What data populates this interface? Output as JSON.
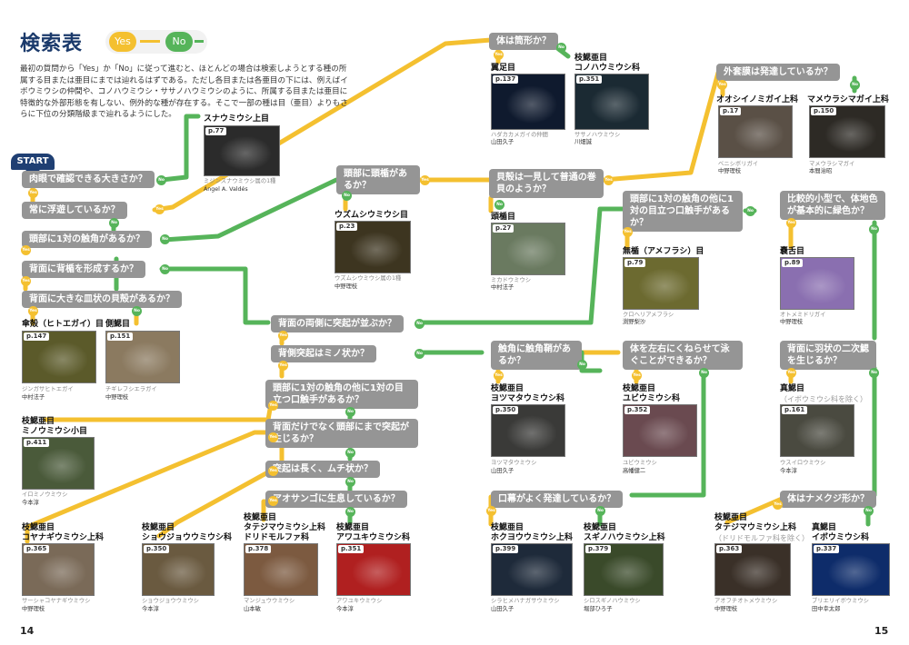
{
  "page": {
    "title": "検索表",
    "legend_yes": "Yes",
    "legend_no": "No",
    "intro": "最初の質問から「Yes」か「No」に従って進むと、ほとんどの場合は検索しようとする種の所属する目または亜目にまでは辿れるはずである。ただし各目または各亜目の下には、例えばイボウミウシの仲間や、コノハウミウシ・ササノハウミウシのように、所属する目または亜目に特徴的な外部形態を有しない、例外的な種が存在する。そこで一部の種は目（亜目）よりもさらに下位の分類階級まで辿れるようにした。",
    "start": "START",
    "page_left": "14",
    "page_right": "15"
  },
  "questions": {
    "q1": "肉眼で確認できる大きさか？",
    "q2": "常に浮遊しているか？",
    "q3": "頭部に1対の触角があるか？",
    "q4": "背面に背楯を形成するか？",
    "q5": "背面に大きな皿状の貝殻があるか？",
    "q6": "背面の両側に突起が並ぶか？",
    "q7": "背側突起はミノ状か？",
    "q8": "頭部に1対の触角の他に1対の目立つ口触手があるか？",
    "q9": "背面だけでなく頭部にまで突起が生じるか？",
    "q10": "突起は長く、ムチ状か？",
    "q11": "アオサンゴに生息しているか？",
    "q12": "頭部に頭楯があるか？",
    "q13": "体は筒形か？",
    "q14": "貝殻は一見して普通の巻貝のようか？",
    "q15": "頭部に1対の触角の他に1対の目立つ口触手があるか？",
    "q16": "外套膜は発達しているか？",
    "q17": "比較的小型で、体地色が基本的に緑色か？",
    "q18": "背面に羽状の二次鰓を生じるか？",
    "q19": "体はナメクジ形か？",
    "q20": "触角に触角鞘があるか？",
    "q21": "体を左右にくねらせて泳ぐことができるか？",
    "q22": "口幕がよく発達しているか？"
  },
  "taxa": {
    "t1": {
      "title": "スナウミウシ上目",
      "page": "p.77",
      "caption": "ミジンスナウミウシ属の1種",
      "credit": "Ángel A. Valdés",
      "color": "#2b2b2b"
    },
    "t2": {
      "title": "ウズムシウミウシ目",
      "page": "p.23",
      "caption": "ウズムシウミウシ属の1種",
      "credit": "中野理枝",
      "color": "#3d3520"
    },
    "t3": {
      "title": "翼足目",
      "page": "p.137",
      "caption": "ハダカカメガイの仲間",
      "credit": "山田久子",
      "color": "#0f1a2e"
    },
    "t4": {
      "title_a": "枝鰓亜目",
      "title_b": "コノハウミウシ科",
      "page": "p.351",
      "caption": "ササノハウミウシ",
      "credit": "川畑誠",
      "color": "#1b2a33"
    },
    "t5": {
      "title": "頭楯目",
      "page": "p.27",
      "caption": "ミカドウミウシ",
      "credit": "中村法子",
      "color": "#6a7a60"
    },
    "t6": {
      "title": "オオシイノミガイ上科",
      "page": "p.17",
      "caption": "ベニシボリガイ",
      "credit": "中野理枝",
      "color": "#5a5046"
    },
    "t7": {
      "title": "マメウラシマガイ上科",
      "page": "p.150",
      "caption": "マメウラシマガイ",
      "credit": "本間治昭",
      "color": "#2d2a25"
    },
    "t8": {
      "title": "無楯（アメフラシ）目",
      "page": "p.79",
      "caption": "クロヘリアメフラシ",
      "credit": "渕野梨沙",
      "color": "#6c6a30"
    },
    "t9": {
      "title": "嚢舌目",
      "page": "p.89",
      "caption": "オトメミドリガイ",
      "credit": "中野理枝",
      "color": "#8a6fb0"
    },
    "t10": {
      "title": "傘殻（ヒトエガイ）目",
      "page": "p.147",
      "caption": "ジンガサヒトエガイ",
      "credit": "中村法子",
      "color": "#5b5a2a"
    },
    "t11": {
      "title": "側鰓目",
      "page": "p.151",
      "caption": "チギレフシエラガイ",
      "credit": "中野理枝",
      "color": "#8b7a60"
    },
    "t12": {
      "title_a": "枝鰓亜目",
      "title_b": "ミノウミウシ小目",
      "page": "p.411",
      "caption": "イロミノウミウシ",
      "credit": "今本淳",
      "color": "#4a5a3a"
    },
    "t13": {
      "title_a": "枝鰓亜目",
      "title_b": "コヤナギウミウシ上科",
      "page": "p.365",
      "caption": "サーシャコヤナギウミウシ",
      "credit": "中野理枝",
      "color": "#7a6a58"
    },
    "t14": {
      "title_a": "枝鰓亜目",
      "title_b": "ショウジョウウミウシ科",
      "page": "p.350",
      "caption": "ショウジョウウミウシ",
      "credit": "今本淳",
      "color": "#6a5a40"
    },
    "t15": {
      "title_a": "枝鰓亜目",
      "title_b": "タテジマウミウシ上科",
      "title_c": "ドリドモルファ科",
      "page": "p.378",
      "caption": "マンジュウウミウシ",
      "credit": "山本敏",
      "color": "#7c5a40"
    },
    "t16": {
      "title_a": "枝鰓亜目",
      "title_b": "アワユキウミウシ科",
      "page": "p.351",
      "caption": "アワユキウミウシ",
      "credit": "今本淳",
      "color": "#b02020"
    },
    "t17": {
      "title_a": "枝鰓亜目",
      "title_b": "ヨツマタウミウシ科",
      "page": "p.350",
      "caption": "ヨツマタウミウシ",
      "credit": "山田久子",
      "color": "#3a3a38"
    },
    "t18": {
      "title_a": "枝鰓亜目",
      "title_b": "ユビウミウシ科",
      "page": "p.352",
      "caption": "ユビウミウシ",
      "credit": "高幡健二",
      "color": "#6a4a50"
    },
    "t19": {
      "title_a": "真鰓目",
      "title_b": "（イボウミウシ科を除く）",
      "page": "p.161",
      "caption": "ウスイロウミウシ",
      "credit": "今本淳",
      "color": "#4a4a40"
    },
    "t20": {
      "title_a": "枝鰓亜目",
      "title_b": "ホクヨウウミウシ上科",
      "page": "p.399",
      "caption": "シラヒメハナガサウミウシ",
      "credit": "山田久子",
      "color": "#1e2a3a"
    },
    "t21": {
      "title_a": "枝鰓亜目",
      "title_b": "スギノハウミウシ上科",
      "page": "p.379",
      "caption": "シロスギノハウミウシ",
      "credit": "堀部ひろ子",
      "color": "#3a4a2a"
    },
    "t22": {
      "title_a": "枝鰓亜目",
      "title_b": "タテジマウミウシ上科",
      "title_c": "（ドリドモルファ科を除く）",
      "page": "p.363",
      "caption": "アオフチオトメウミウシ",
      "credit": "中野理枝",
      "color": "#3a3028"
    },
    "t23": {
      "title_a": "真鰓目",
      "title_b": "イボウミウシ科",
      "page": "p.337",
      "caption": "ブリエリイボウミウシ",
      "credit": "田中幸太郎",
      "color": "#0e2c6a"
    }
  },
  "colors": {
    "yes": "#f4c030",
    "no": "#56b45a",
    "question": "#959595",
    "start": "#1f3f73",
    "title": "#1b3a6b"
  }
}
